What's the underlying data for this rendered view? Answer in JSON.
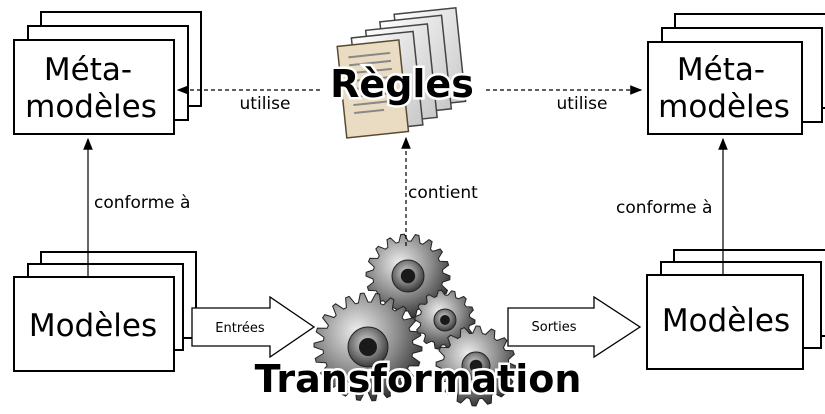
{
  "meta_left": {
    "line1": "Méta-",
    "line2": "modèles"
  },
  "meta_right": {
    "line1": "Méta-",
    "line2": "modèles"
  },
  "models_left": {
    "label": "Modèles"
  },
  "models_right": {
    "label": "Modèles"
  },
  "rules": {
    "label": "Règles"
  },
  "transformation": {
    "label": "Transformation"
  },
  "edges": {
    "utilise_left": "utilise",
    "utilise_right": "utilise",
    "conforme_left": "conforme à",
    "conforme_right": "conforme à",
    "contient": "contient",
    "entrees": "Entrées",
    "sorties": "Sorties"
  },
  "icons": {
    "rules": "documents-stack-icon",
    "transformation": "gears-icon"
  }
}
